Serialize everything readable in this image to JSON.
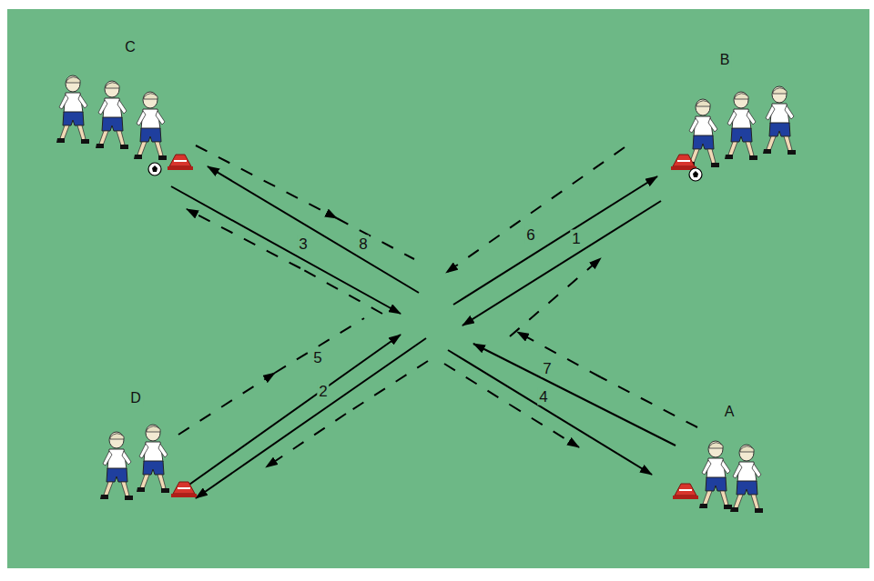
{
  "diagram": {
    "labels": [
      "C",
      "B",
      "6",
      "1",
      "3",
      "8",
      "5",
      "7",
      "2",
      "4",
      "D",
      "A"
    ]
  }
}
